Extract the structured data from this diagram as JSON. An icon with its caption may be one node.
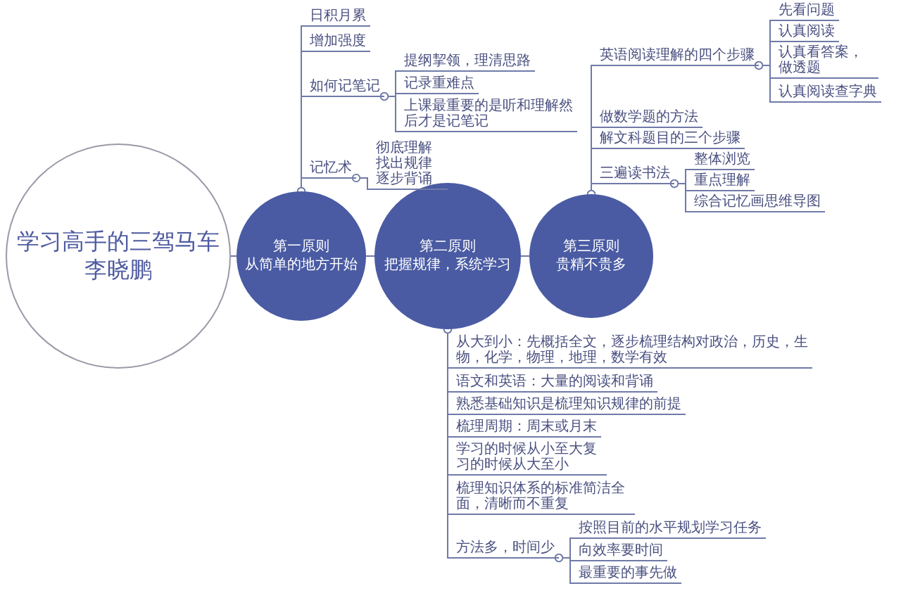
{
  "diagram": {
    "nodes": [
      {
        "text": [
          "学习高手的三驾马车",
          "李晓鹏"
        ]
      },
      {
        "text": [
          "第一原则",
          "从简单的地方开始"
        ]
      },
      {
        "text": [
          "第二原则",
          "把握规律，系统学习"
        ]
      },
      {
        "text": [
          "第三原则",
          "贵精不贵多"
        ]
      },
      {
        "text": [
          "日积月累"
        ]
      },
      {
        "text": [
          "增加强度"
        ]
      },
      {
        "text": [
          "如何记笔记"
        ]
      },
      {
        "text": [
          "提纲挈领，理清思路"
        ]
      },
      {
        "text": [
          "记录重难点"
        ]
      },
      {
        "text": [
          "上课最重要的是听和理解然后才是记笔记"
        ]
      },
      {
        "text": [
          "记忆术"
        ]
      },
      {
        "text": [
          "彻底理解找出规律逐步背诵"
        ]
      },
      {
        "text": [
          "英语阅读理解的四个步骤"
        ]
      },
      {
        "text": [
          "先看问题"
        ]
      },
      {
        "text": [
          "认真阅读"
        ]
      },
      {
        "text": [
          "认真看答案，做透题"
        ]
      },
      {
        "text": [
          "认真阅读查字典"
        ]
      },
      {
        "text": [
          "做数学题的方法"
        ]
      },
      {
        "text": [
          "解文科题目的三个步骤"
        ]
      },
      {
        "text": [
          "三遍读书法"
        ]
      },
      {
        "text": [
          "整体浏览"
        ]
      },
      {
        "text": [
          "重点理解"
        ]
      },
      {
        "text": [
          "综合记忆画思维导图"
        ]
      },
      {
        "text": [
          "从大到小：先概括全文，逐步梳理结构对政治，历史，生物，化学，物理，地理，数学有效"
        ]
      },
      {
        "text": [
          "语文和英语：大量的阅读和背诵"
        ]
      },
      {
        "text": [
          "熟悉基础知识是梳理知识规律的前提"
        ]
      },
      {
        "text": [
          "梳理周期：周末或月末"
        ]
      },
      {
        "text": [
          "学习的时候从小至大复习的时候从大至小"
        ]
      },
      {
        "text": [
          "梳理知识体系的标准简洁全面，清晰而不重复"
        ]
      },
      {
        "text": [
          "方法多，时间少"
        ]
      },
      {
        "text": [
          "按照目前的水平规划学习任务"
        ]
      },
      {
        "text": [
          "向效率要时间"
        ]
      },
      {
        "text": [
          "最重要的事先做"
        ]
      }
    ],
    "edges": [
      {
        "from": 0,
        "to": 1,
        "arrow": "none"
      },
      {
        "from": 1,
        "to": 2,
        "arrow": "none"
      },
      {
        "from": 2,
        "to": 3,
        "arrow": "none"
      },
      {
        "from": 1,
        "to": 4,
        "arrow": "other"
      },
      {
        "from": 1,
        "to": 5,
        "arrow": "other"
      },
      {
        "from": 1,
        "to": 6,
        "arrow": "other"
      },
      {
        "from": 6,
        "to": 7,
        "arrow": "other"
      },
      {
        "from": 6,
        "to": 8,
        "arrow": "other"
      },
      {
        "from": 6,
        "to": 9,
        "arrow": "other"
      },
      {
        "from": 1,
        "to": 10,
        "arrow": "other"
      },
      {
        "from": 10,
        "to": 11,
        "arrow": "other"
      },
      {
        "from": 3,
        "to": 12,
        "arrow": "other"
      },
      {
        "from": 12,
        "to": 13,
        "arrow": "other"
      },
      {
        "from": 12,
        "to": 14,
        "arrow": "other"
      },
      {
        "from": 12,
        "to": 15,
        "arrow": "other"
      },
      {
        "from": 12,
        "to": 16,
        "arrow": "other"
      },
      {
        "from": 3,
        "to": 17,
        "arrow": "other"
      },
      {
        "from": 3,
        "to": 18,
        "arrow": "other"
      },
      {
        "from": 3,
        "to": 19,
        "arrow": "other"
      },
      {
        "from": 19,
        "to": 20,
        "arrow": "other"
      },
      {
        "from": 19,
        "to": 21,
        "arrow": "other"
      },
      {
        "from": 19,
        "to": 22,
        "arrow": "other"
      },
      {
        "from": 2,
        "to": 23,
        "arrow": "other"
      },
      {
        "from": 2,
        "to": 24,
        "arrow": "other"
      },
      {
        "from": 2,
        "to": 25,
        "arrow": "other"
      },
      {
        "from": 2,
        "to": 26,
        "arrow": "other"
      },
      {
        "from": 2,
        "to": 27,
        "arrow": "other"
      },
      {
        "from": 2,
        "to": 28,
        "arrow": "other"
      },
      {
        "from": 2,
        "to": 29,
        "arrow": "other"
      },
      {
        "from": 29,
        "to": 30,
        "arrow": "other"
      },
      {
        "from": 29,
        "to": 31,
        "arrow": "other"
      },
      {
        "from": 29,
        "to": 32,
        "arrow": "other"
      }
    ]
  }
}
